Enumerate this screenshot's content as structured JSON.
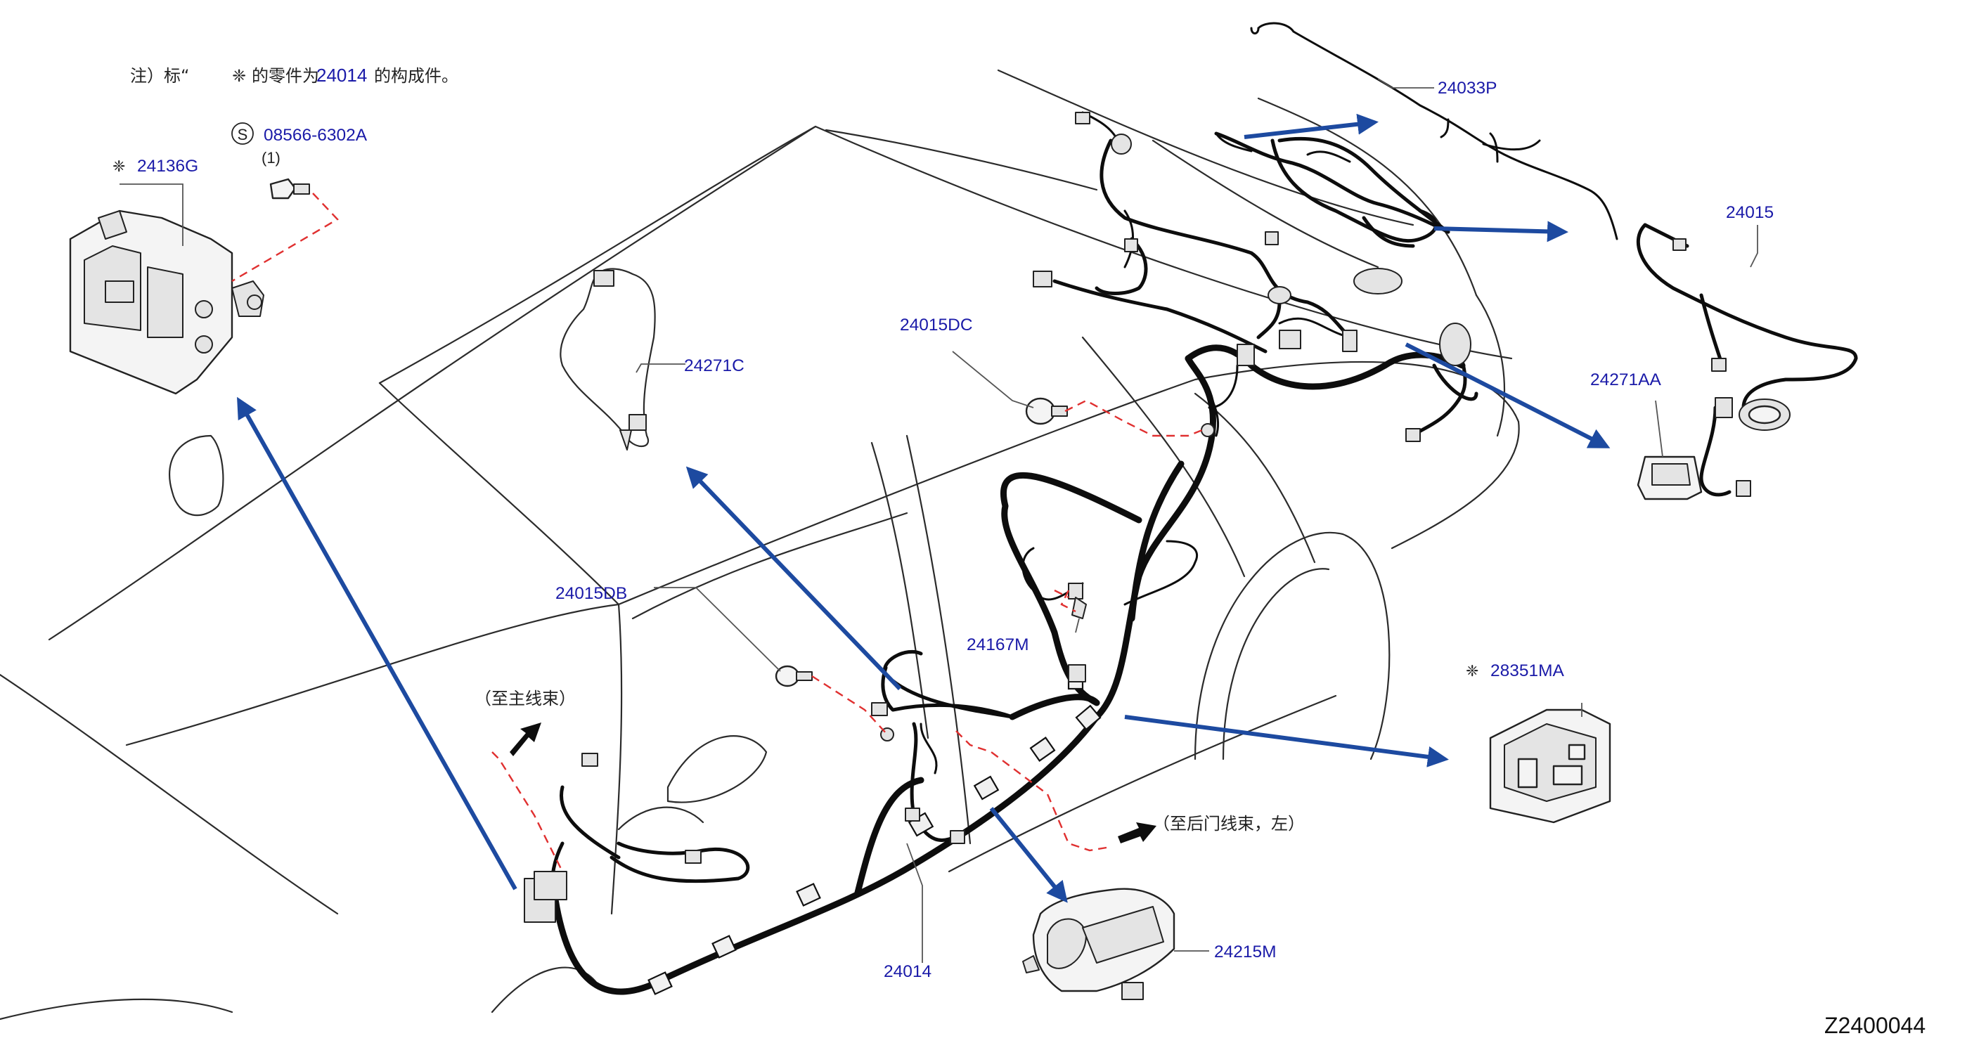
{
  "note": {
    "prefix": "注）标“",
    "mark": "❈",
    "mid": "的零件为",
    "part_number": "24014",
    "suffix": "的构成件。"
  },
  "callouts": {
    "p08566": "08566-6302A",
    "s_symbol": "S",
    "qty": "(1)",
    "p24136g": "24136G",
    "p24271c": "24271C",
    "p24015dc": "24015DC",
    "p24015db": "24015DB",
    "p24167m": "24167M",
    "p24033p": "24033P",
    "p24015": "24015",
    "p24271aa": "24271AA",
    "p28351ma": "28351MA",
    "p24215m": "24215M",
    "p24014": "24014",
    "to_main": "（至主线束）",
    "to_rear_door": "（至后门线束，左）",
    "mark_symbol": "❈"
  },
  "diagram_code": "Z2400044",
  "colors": {
    "label": "#1a1aa8",
    "arrow": "#1d4aa0",
    "dashed_link": "#e03030",
    "line": "#0d0d0d"
  }
}
